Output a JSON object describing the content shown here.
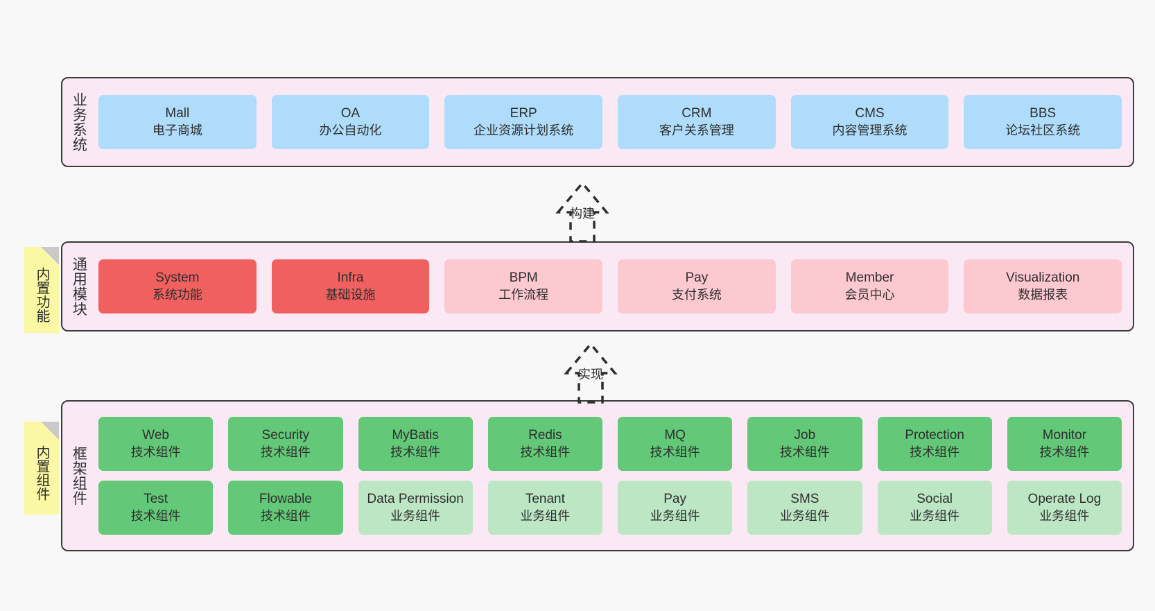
{
  "diagram": {
    "background_color": "#f8f8f8",
    "band_fill": "#fae9f4",
    "band_border": "#3a3a3a"
  },
  "layers": [
    {
      "id": "business",
      "title": "业务系统",
      "rows": [
        {
          "cards": [
            {
              "en": "Mall",
              "cn": "电子商城",
              "color": "#afdcfb"
            },
            {
              "en": "OA",
              "cn": "办公自动化",
              "color": "#afdcfb"
            },
            {
              "en": "ERP",
              "cn": "企业资源计划系统",
              "color": "#afdcfb"
            },
            {
              "en": "CRM",
              "cn": "客户关系管理",
              "color": "#afdcfb"
            },
            {
              "en": "CMS",
              "cn": "内容管理系统",
              "color": "#afdcfb"
            },
            {
              "en": "BBS",
              "cn": "论坛社区系统",
              "color": "#afdcfb"
            }
          ]
        }
      ]
    },
    {
      "id": "modules",
      "title": "通用模块",
      "sticky": "内置功能",
      "rows": [
        {
          "cards": [
            {
              "en": "System",
              "cn": "系统功能",
              "color": "#f0605f"
            },
            {
              "en": "Infra",
              "cn": "基础设施",
              "color": "#f0605f"
            },
            {
              "en": "BPM",
              "cn": "工作流程",
              "color": "#fcc9d0"
            },
            {
              "en": "Pay",
              "cn": "支付系统",
              "color": "#fcc9d0"
            },
            {
              "en": "Member",
              "cn": "会员中心",
              "color": "#fcc9d0"
            },
            {
              "en": "Visualization",
              "cn": "数据报表",
              "color": "#fcc9d0"
            }
          ]
        }
      ]
    },
    {
      "id": "framework",
      "title": "框架组件",
      "sticky": "内置组件",
      "rows": [
        {
          "cards": [
            {
              "en": "Web",
              "cn": "技术组件",
              "color": "#63c878"
            },
            {
              "en": "Security",
              "cn": "技术组件",
              "color": "#63c878"
            },
            {
              "en": "MyBatis",
              "cn": "技术组件",
              "color": "#63c878"
            },
            {
              "en": "Redis",
              "cn": "技术组件",
              "color": "#63c878"
            },
            {
              "en": "MQ",
              "cn": "技术组件",
              "color": "#63c878"
            },
            {
              "en": "Job",
              "cn": "技术组件",
              "color": "#63c878"
            },
            {
              "en": "Protection",
              "cn": "技术组件",
              "color": "#63c878"
            },
            {
              "en": "Monitor",
              "cn": "技术组件",
              "color": "#63c878"
            }
          ]
        },
        {
          "cards": [
            {
              "en": "Test",
              "cn": "技术组件",
              "color": "#63c878"
            },
            {
              "en": "Flowable",
              "cn": "技术组件",
              "color": "#63c878"
            },
            {
              "en": "Data Permission",
              "cn": "业务组件",
              "color": "#bde6c4"
            },
            {
              "en": "Tenant",
              "cn": "业务组件",
              "color": "#bde6c4"
            },
            {
              "en": "Pay",
              "cn": "业务组件",
              "color": "#bde6c4"
            },
            {
              "en": "SMS",
              "cn": "业务组件",
              "color": "#bde6c4"
            },
            {
              "en": "Social",
              "cn": "业务组件",
              "color": "#bde6c4"
            },
            {
              "en": "Operate Log",
              "cn": "业务组件",
              "color": "#bde6c4"
            }
          ]
        }
      ]
    }
  ],
  "arrows": [
    {
      "id": "build",
      "label": "构建",
      "style": "dashed-hollow-up"
    },
    {
      "id": "implement",
      "label": "实现",
      "style": "dashed-hollow-up"
    }
  ]
}
